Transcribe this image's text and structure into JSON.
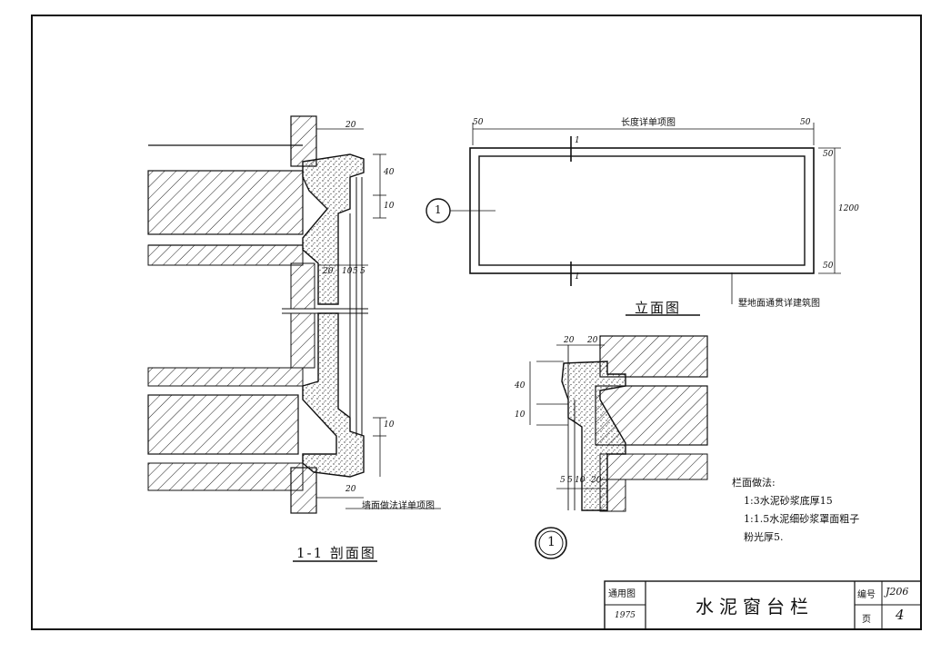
{
  "section_view": {
    "title": "1-1 剖面图",
    "dims_top": [
      "20",
      "40",
      "10"
    ],
    "dims_mid": [
      "20",
      "10",
      "5",
      "5"
    ],
    "dims_bottom": [
      "10",
      "20"
    ],
    "note": "墙面做法详单项图"
  },
  "elevation_view": {
    "top_note": "长度详单项图",
    "dim_left": "50",
    "dim_right": "50",
    "dim_height": "1200",
    "dim_top": "50",
    "dim_bottom": "50",
    "section_mark": "1",
    "callout_number": "1",
    "bottom_note": "墅地面通贯详建筑图",
    "title": "立面图"
  },
  "detail_view": {
    "dims_top": [
      "20",
      "20"
    ],
    "dims_side": [
      "40",
      "10"
    ],
    "dims_bottom": [
      "5",
      "5",
      "10",
      "20"
    ],
    "callout_number": "1"
  },
  "notes": {
    "heading": "栏面做法:",
    "lines": [
      "1:3水泥砂浆底厚15",
      "1:1.5水泥细砂浆罩面粗子",
      "粉光厚5."
    ]
  },
  "title_block": {
    "label_used": "通用图",
    "year": "1975",
    "title": "水泥窗台栏",
    "label_number": "编号",
    "number": "J206",
    "label_page": "页",
    "page": "4"
  }
}
